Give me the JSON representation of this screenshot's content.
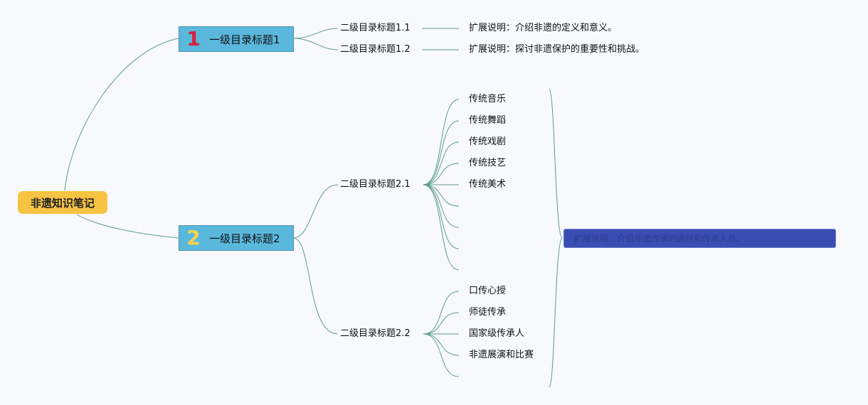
{
  "root": {
    "label": "非遗知识笔记"
  },
  "level1": [
    {
      "number": "1",
      "number_color": "#d8203f",
      "label": "一级目录标题1"
    },
    {
      "number": "2",
      "number_color": "#f6d34a",
      "label": "一级目录标题2"
    }
  ],
  "level2": [
    {
      "label": "二级目录标题1.1"
    },
    {
      "label": "二级目录标题1.2"
    },
    {
      "label": "二级目录标题2.1"
    },
    {
      "label": "二级目录标题2.2"
    }
  ],
  "level3": {
    "s11": [
      "扩展说明：介绍非遗的定义和意义。"
    ],
    "s12": [
      "扩展说明：探讨非遗保护的重要性和挑战。"
    ],
    "s21": [
      "传统音乐",
      "传统舞蹈",
      "传统戏剧",
      "传统技艺",
      "传统美术",
      "",
      "",
      "",
      ""
    ],
    "s22": [
      "口传心授",
      "师徒传承",
      "国家级传承人",
      "非遗展演和比赛",
      ""
    ]
  },
  "summary": {
    "label": "扩展说明：介绍非遗传承的途径和传承人员。"
  },
  "colors": {
    "line": "#5f9c8c",
    "root_bg": "#f6c343",
    "level1_bg": "#5ab8dd",
    "summary_bg": "#3a4db3"
  }
}
